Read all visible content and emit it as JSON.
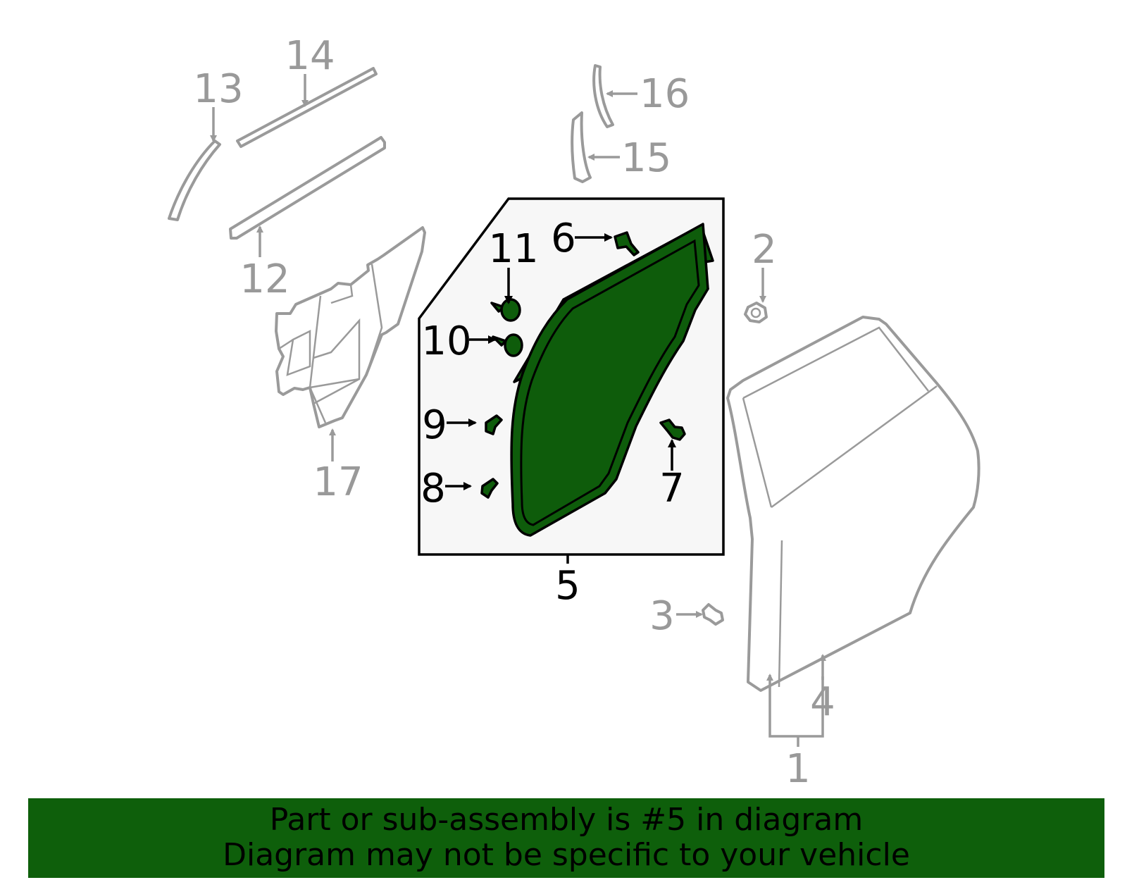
{
  "callouts": {
    "c1": "1",
    "c2": "2",
    "c3": "3",
    "c4": "4",
    "c5": "5",
    "c6": "6",
    "c7": "7",
    "c8": "8",
    "c9": "9",
    "c10": "10",
    "c11": "11",
    "c12": "12",
    "c13": "13",
    "c14": "14",
    "c15": "15",
    "c16": "16",
    "c17": "17"
  },
  "highlight_part": "5",
  "colors": {
    "highlight_green": "#0e5c0b",
    "banner_green": "#0e5f0b",
    "ghost_grey": "#9a9a9a",
    "inset_background": "#f7f7f7"
  },
  "banner": {
    "line1": "Part or sub-assembly is #5 in diagram",
    "line2": "Diagram may not be specific to your vehicle"
  }
}
